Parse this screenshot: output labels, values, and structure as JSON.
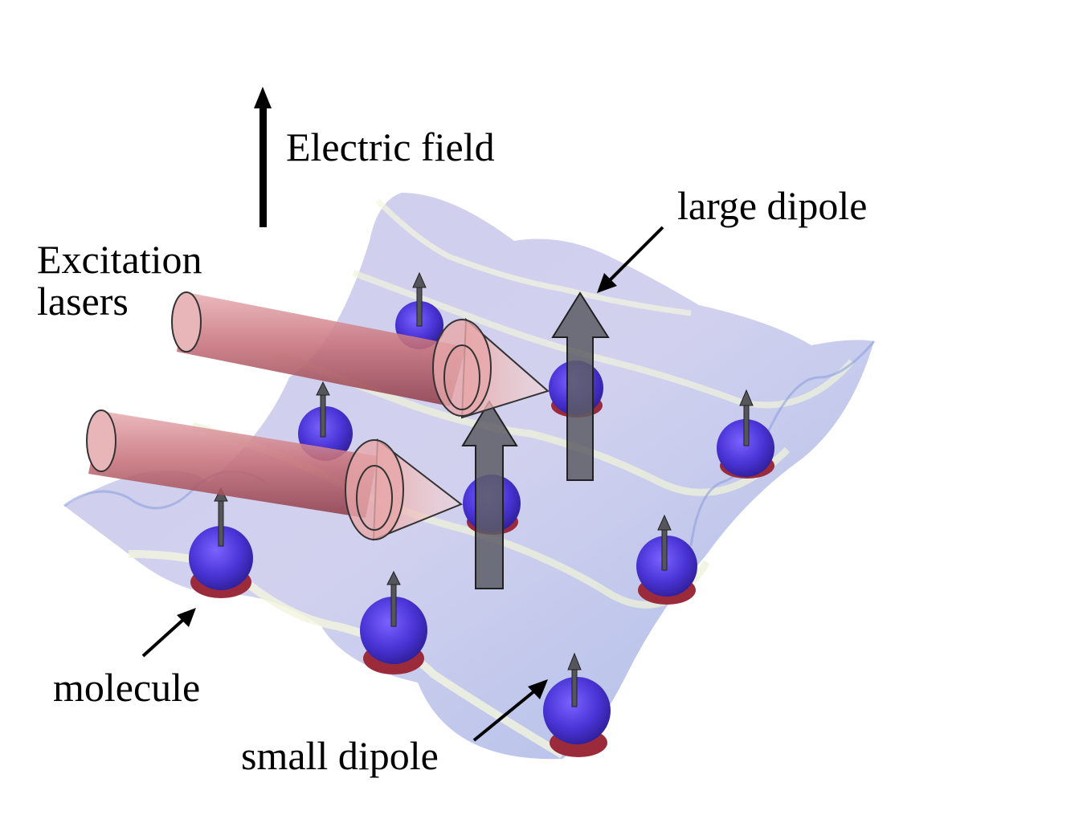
{
  "labels": {
    "electric_field": "Electric field",
    "large_dipole": "large dipole",
    "excitation_line1": "Excitation",
    "excitation_line2": "lasers",
    "molecule": "molecule",
    "small_dipole": "small dipole"
  },
  "colors": {
    "background": "#ffffff",
    "lattice_surface": "#b9bfe6",
    "lattice_highlight": "#f0f3d8",
    "molecule_top": "#5a3fe0",
    "molecule_bottom": "#9b2a3a",
    "laser": "#d98f95",
    "dipole_arrow": "#5d5d66",
    "text": "#000000"
  },
  "icons": [
    "electric-field-arrow",
    "laser-beam",
    "cone",
    "dipole-arrow",
    "pointer-arrow"
  ]
}
